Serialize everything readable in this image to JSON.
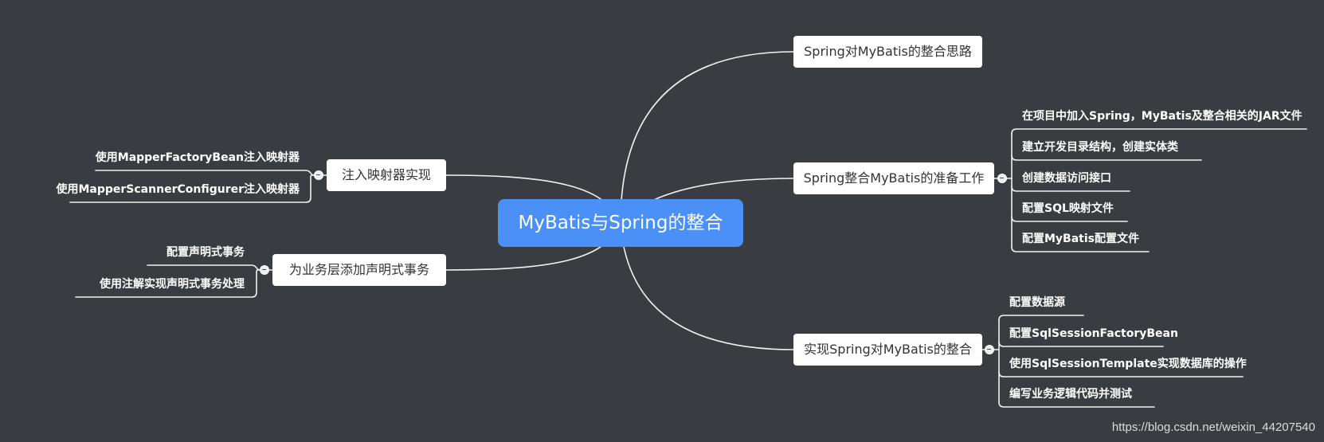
{
  "mindmap": {
    "root": {
      "label": "MyBatis与Spring的整合"
    },
    "right": [
      {
        "label": "Spring对MyBatis的整合思路",
        "children": []
      },
      {
        "label": "Spring整合MyBatis的准备工作",
        "collapse_icon": "minus-icon",
        "children": [
          {
            "label": "在项目中加入Spring，MyBatis及整合相关的JAR文件"
          },
          {
            "label": "建立开发目录结构，创建实体类"
          },
          {
            "label": "创建数据访问接口"
          },
          {
            "label": "配置SQL映射文件"
          },
          {
            "label": "配置MyBatis配置文件"
          }
        ]
      },
      {
        "label": "实现Spring对MyBatis的整合",
        "collapse_icon": "minus-icon",
        "children": [
          {
            "label": "配置数据源"
          },
          {
            "label": "配置SqlSessionFactoryBean"
          },
          {
            "label": "使用SqlSessionTemplate实现数据库的操作"
          },
          {
            "label": "编写业务逻辑代码并测试"
          }
        ]
      }
    ],
    "left": [
      {
        "label": "注入映射器实现",
        "collapse_icon": "minus-icon",
        "children": [
          {
            "label": "使用MapperFactoryBean注入映射器"
          },
          {
            "label": "使用MapperScannerConfigurer注入映射器"
          }
        ]
      },
      {
        "label": "为业务层添加声明式事务",
        "collapse_icon": "minus-icon",
        "children": [
          {
            "label": "配置声明式事务"
          },
          {
            "label": "使用注解实现声明式事务处理"
          }
        ]
      }
    ]
  },
  "watermark": "https://blog.csdn.net/weixin_44207540",
  "colors": {
    "background": "#393c41",
    "root_topic": "#4a90f7",
    "root_text": "#ffffff",
    "topic": "#ffffff",
    "topic_text": "#333333",
    "subtopic_text": "#ffffff",
    "connector": "#f2f2f2"
  }
}
